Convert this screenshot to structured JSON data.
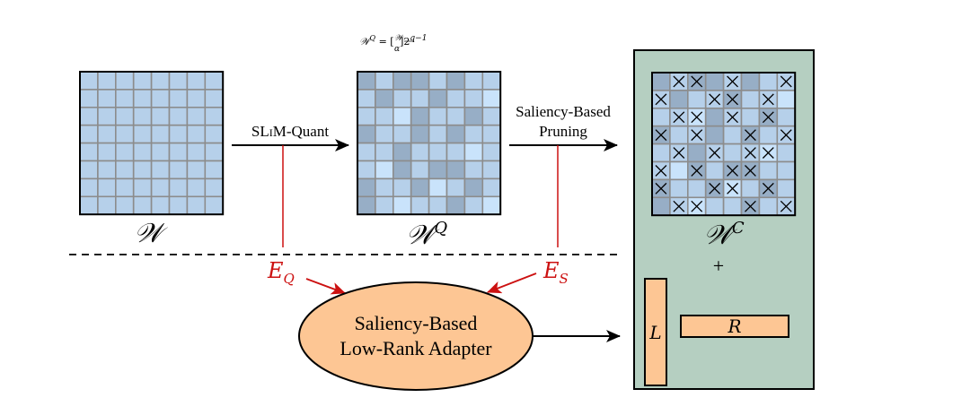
{
  "colors": {
    "cell_dark": "#97aec6",
    "cell_medium": "#b6d0ea",
    "cell_light": "#c9e3fb",
    "grid_line": "#8c8c8c",
    "panel_green": "#b5cfc1",
    "adapter_orange": "#fdc694",
    "error_red": "#cc1111",
    "ink": "#000000"
  },
  "matrix_w": {
    "label": "𝒲",
    "size": 8,
    "shade": "M"
  },
  "matrix_wq": {
    "label": "𝒲",
    "superscript": "Q",
    "formula": {
      "lhs": "𝒲",
      "lhs_sup": "Q",
      "equals": " = [",
      "frac_num": "𝒲",
      "frac_den": "α",
      "close": "]2",
      "exp": "q−1"
    },
    "shades": [
      [
        "D",
        "M",
        "D",
        "D",
        "M",
        "D",
        "M",
        "M"
      ],
      [
        "M",
        "D",
        "M",
        "M",
        "D",
        "M",
        "M",
        "L"
      ],
      [
        "M",
        "M",
        "L",
        "D",
        "M",
        "M",
        "D",
        "M"
      ],
      [
        "D",
        "M",
        "M",
        "D",
        "M",
        "D",
        "M",
        "M"
      ],
      [
        "M",
        "M",
        "D",
        "M",
        "M",
        "M",
        "L",
        "M"
      ],
      [
        "M",
        "L",
        "D",
        "M",
        "D",
        "D",
        "M",
        "M"
      ],
      [
        "D",
        "M",
        "M",
        "D",
        "L",
        "M",
        "D",
        "M"
      ],
      [
        "D",
        "M",
        "L",
        "M",
        "M",
        "D",
        "M",
        "L"
      ]
    ]
  },
  "matrix_wc": {
    "label": "𝒲",
    "superscript": "C",
    "shades": [
      [
        "D",
        "M",
        "D",
        "D",
        "M",
        "D",
        "M",
        "M"
      ],
      [
        "M",
        "D",
        "M",
        "M",
        "D",
        "M",
        "M",
        "L"
      ],
      [
        "M",
        "M",
        "L",
        "D",
        "M",
        "M",
        "D",
        "M"
      ],
      [
        "D",
        "M",
        "M",
        "D",
        "M",
        "D",
        "M",
        "M"
      ],
      [
        "M",
        "M",
        "D",
        "M",
        "M",
        "M",
        "L",
        "M"
      ],
      [
        "M",
        "L",
        "D",
        "M",
        "D",
        "D",
        "M",
        "M"
      ],
      [
        "D",
        "M",
        "M",
        "D",
        "L",
        "M",
        "D",
        "M"
      ],
      [
        "D",
        "M",
        "L",
        "M",
        "M",
        "D",
        "M",
        "M"
      ]
    ],
    "pruned": [
      [
        0,
        1,
        1,
        0,
        1,
        0,
        0,
        1
      ],
      [
        1,
        0,
        0,
        1,
        1,
        0,
        1,
        0
      ],
      [
        0,
        1,
        1,
        0,
        1,
        0,
        1,
        0
      ],
      [
        1,
        0,
        1,
        0,
        0,
        1,
        0,
        1
      ],
      [
        0,
        1,
        0,
        1,
        0,
        1,
        1,
        0
      ],
      [
        1,
        0,
        1,
        0,
        1,
        1,
        0,
        0
      ],
      [
        1,
        0,
        0,
        1,
        1,
        0,
        1,
        0
      ],
      [
        0,
        1,
        1,
        0,
        0,
        1,
        0,
        1
      ]
    ],
    "plus": "+"
  },
  "arrows": {
    "quant_label": "SLIM-Quant",
    "quant_label_parts": {
      "a": "SL",
      "b": "I",
      "c": "M-Quant"
    },
    "prune_label_line1": "Saliency-Based",
    "prune_label_line2": "Pruning"
  },
  "errors": {
    "eq": {
      "base": "E",
      "sub": "Q"
    },
    "es": {
      "base": "E",
      "sub": "S"
    }
  },
  "adapter": {
    "line1": "Saliency-Based",
    "line2": "Low-Rank Adapter"
  },
  "lowrank": {
    "left_label": "L",
    "right_label": "R"
  }
}
